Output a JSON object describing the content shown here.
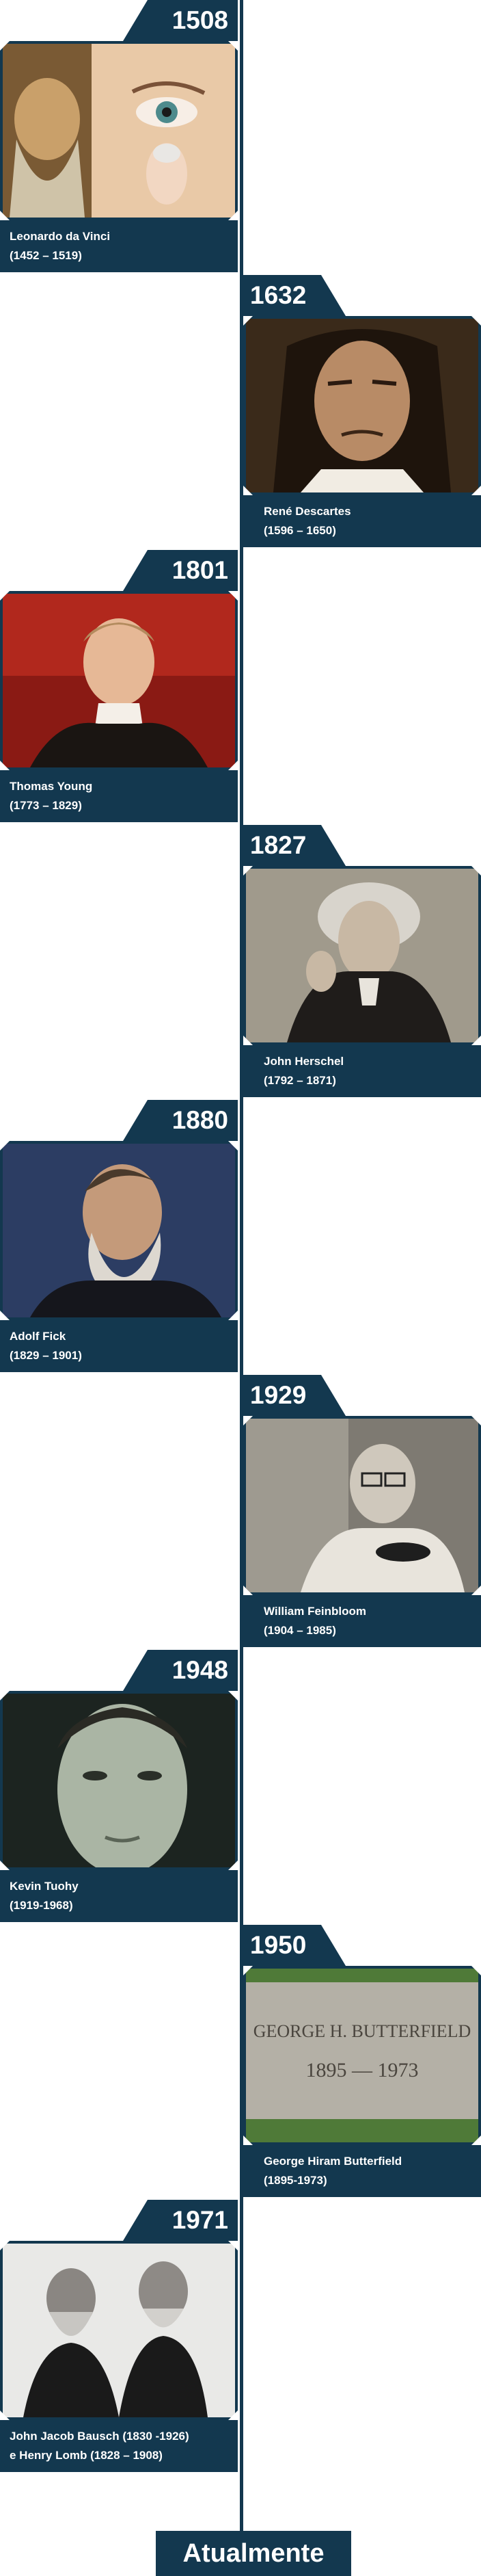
{
  "timeline": [
    {
      "year": "1508",
      "name": "Leonardo da Vinci",
      "dates": "(1452 – 1519)",
      "side": "left"
    },
    {
      "year": "1632",
      "name": "René Descartes",
      "dates": "(1596 – 1650)",
      "side": "right"
    },
    {
      "year": "1801",
      "name": "Thomas Young",
      "dates": "(1773 – 1829)",
      "side": "left"
    },
    {
      "year": "1827",
      "name": "John Herschel",
      "dates": "(1792 – 1871)",
      "side": "right"
    },
    {
      "year": "1880",
      "name": "Adolf Fick",
      "dates": "(1829 – 1901)",
      "side": "left"
    },
    {
      "year": "1929",
      "name": "William Feinbloom",
      "dates": "(1904 – 1985)",
      "side": "right"
    },
    {
      "year": "1948",
      "name": "Kevin Tuohy",
      "dates": "(1919-1968)",
      "side": "left"
    },
    {
      "year": "1950",
      "name": "George Hiram Butterfield",
      "dates": "(1895-1973)",
      "side": "right"
    },
    {
      "year": "1971",
      "name": "John Jacob Bausch (1830 -1926)",
      "dates": "e Henry Lomb (1828 – 1908)",
      "side": "left"
    }
  ],
  "gravestone": {
    "line1": "GEORGE H. BUTTERFIELD",
    "line2": "1895 — 1973"
  },
  "footer": "Atualmente",
  "colors": {
    "accent": "#13384f",
    "background": "#ffffff"
  }
}
